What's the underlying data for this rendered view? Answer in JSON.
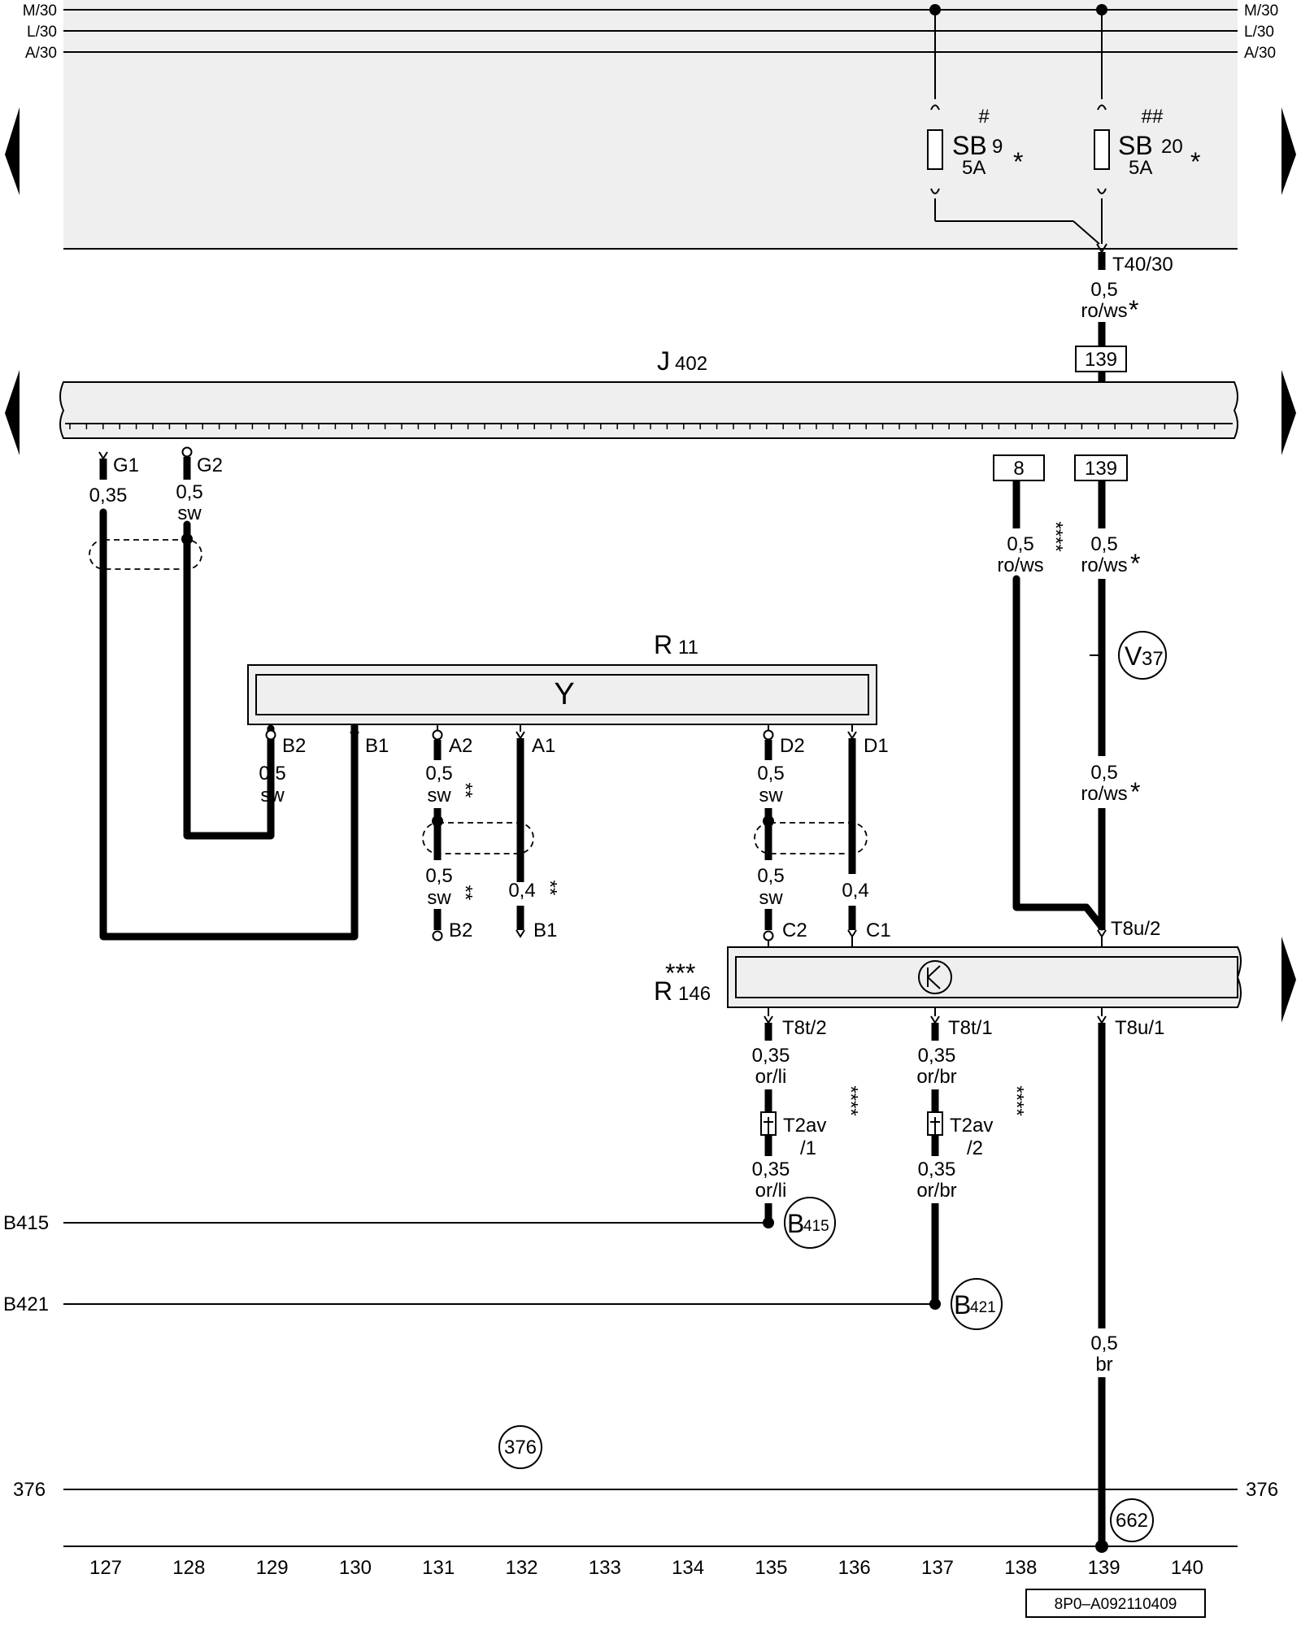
{
  "document_id": "8P0–A092110409",
  "rails": {
    "m30": "M/30",
    "l30": "L/30",
    "a30": "A/30"
  },
  "fuses": {
    "sb9": {
      "symbol": "#",
      "name": "SB",
      "index": "9",
      "rating": "5A",
      "mark": "*"
    },
    "sb20": {
      "symbol": "##",
      "name": "SB",
      "index": "20",
      "rating": "5A",
      "mark": "*"
    }
  },
  "components": {
    "j402": {
      "name": "J",
      "index": "402"
    },
    "r11": {
      "name": "R",
      "index": "11",
      "symbol": "Y"
    },
    "r146": {
      "name": "R",
      "index": "146",
      "mark": "***"
    }
  },
  "connectors": {
    "t40_30": "T40/30",
    "j402_g1": "G1",
    "j402_g2": "G2",
    "r11_b2": "B2",
    "r11_b1": "B1",
    "r11_a2": "A2",
    "r11_a1": "A1",
    "r11_d2": "D2",
    "r11_d1": "D1",
    "end_b2": "B2",
    "end_b1": "B1",
    "r146_c2": "C2",
    "r146_c1": "C1",
    "r146_t8u2": "T8u/2",
    "r146_t8t2": "T8t/2",
    "r146_t8t1": "T8t/1",
    "r146_t8u1": "T8u/1",
    "t2av1_name": "T2av",
    "t2av1_pin": "/1",
    "t2av2_name": "T2av",
    "t2av2_pin": "/2"
  },
  "wires": {
    "t40_size": "0,5",
    "t40_color": "ro/ws",
    "t40_mark": "*",
    "g1_size": "0,35",
    "g2_size": "0,5",
    "g2_color": "sw",
    "w8_size": "0,5",
    "w8_color": "ro/ws",
    "w8_mark": "****",
    "w139_size": "0,5",
    "w139_color": "ro/ws",
    "w139_mark": "*",
    "w139b_size": "0,5",
    "w139b_color": "ro/ws",
    "w139b_mark": "*",
    "b2_size": "0,5",
    "b2_color": "sw",
    "a2_size": "0,5",
    "a2_color": "sw",
    "a2_mark": "**",
    "a2b_size": "0,5",
    "a2b_color": "sw",
    "a2b_mark": "**",
    "a1_size": "0,4",
    "a1_mark": "**",
    "d2_size": "0,5",
    "d2_color": "sw",
    "d2b_size": "0,5",
    "d2b_color": "sw",
    "d1_size": "0,4",
    "t8t2_size": "0,35",
    "t8t2_color": "or/li",
    "t8t2b_size": "0,35",
    "t8t2b_color": "or/li",
    "t8t1_size": "0,35",
    "t8t1_color": "or/br",
    "t8t1b_size": "0,35",
    "t8t1b_color": "or/br",
    "t2av_mark1": "****",
    "t2av_mark2": "****",
    "t8u1_size": "0,5",
    "t8u1_color": "br"
  },
  "references": {
    "ref_139_top": "139",
    "ref_8": "8",
    "ref_139": "139"
  },
  "circles": {
    "v37_letter": "V",
    "v37_num": "37",
    "b415_letter": "B",
    "b415_num": "415",
    "b421_letter": "B",
    "b421_num": "421",
    "c376": "376",
    "c662": "662"
  },
  "side_labels": {
    "b415": "B415",
    "b421": "B421",
    "l376": "376",
    "r376": "376"
  },
  "column_numbers": [
    "127",
    "128",
    "129",
    "130",
    "131",
    "132",
    "133",
    "134",
    "135",
    "136",
    "137",
    "138",
    "139",
    "140"
  ]
}
